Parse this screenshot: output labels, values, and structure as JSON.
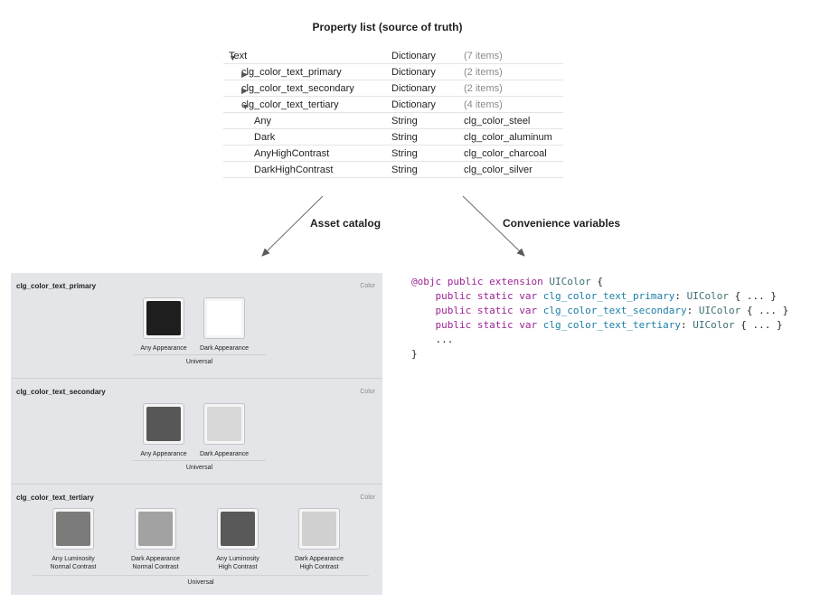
{
  "title": "Property list (source of truth)",
  "plist": [
    {
      "indent": 0,
      "disclosure": "expanded",
      "key": "Text",
      "type": "Dictionary",
      "value": "(7 items)",
      "muted": true
    },
    {
      "indent": 1,
      "disclosure": "collapsed",
      "key": "clg_color_text_primary",
      "type": "Dictionary",
      "value": "(2 items)",
      "muted": true
    },
    {
      "indent": 1,
      "disclosure": "collapsed",
      "key": "clg_color_text_secondary",
      "type": "Dictionary",
      "value": "(2 items)",
      "muted": true
    },
    {
      "indent": 1,
      "disclosure": "expanded",
      "key": "clg_color_text_tertiary",
      "type": "Dictionary",
      "value": "(4 items)",
      "muted": true
    },
    {
      "indent": 2,
      "disclosure": "none",
      "key": "Any",
      "type": "String",
      "value": "clg_color_steel",
      "muted": false
    },
    {
      "indent": 2,
      "disclosure": "none",
      "key": "Dark",
      "type": "String",
      "value": "clg_color_aluminum",
      "muted": false
    },
    {
      "indent": 2,
      "disclosure": "none",
      "key": "AnyHighContrast",
      "type": "String",
      "value": "clg_color_charcoal",
      "muted": false
    },
    {
      "indent": 2,
      "disclosure": "none",
      "key": "DarkHighContrast",
      "type": "String",
      "value": "clg_color_silver",
      "muted": false
    }
  ],
  "arrows": {
    "left_label": "Asset catalog",
    "right_label": "Convenience variables"
  },
  "catalog": [
    {
      "name": "clg_color_text_primary",
      "kind": "Color",
      "universal": "Universal",
      "wells": [
        {
          "label": "Any Appearance",
          "color": "#1e1e1e"
        },
        {
          "label": "Dark Appearance",
          "color": "#ffffff"
        }
      ]
    },
    {
      "name": "clg_color_text_secondary",
      "kind": "Color",
      "universal": "Universal",
      "wells": [
        {
          "label": "Any Appearance",
          "color": "#575757"
        },
        {
          "label": "Dark Appearance",
          "color": "#d8d8d8"
        }
      ]
    },
    {
      "name": "clg_color_text_tertiary",
      "kind": "Color",
      "universal": "Universal",
      "wells": [
        {
          "label": "Any Luminosity\nNormal Contrast",
          "color": "#7b7b7b"
        },
        {
          "label": "Dark Appearance\nNormal Contrast",
          "color": "#a2a2a2"
        },
        {
          "label": "Any Luminosity\nHigh Contrast",
          "color": "#595959"
        },
        {
          "label": "Dark Appearance\nHigh Contrast",
          "color": "#d0d0d0"
        }
      ]
    }
  ],
  "code": {
    "line1": {
      "attr": "@objc",
      "kw1": "public",
      "kw2": "extension",
      "type": "UIColor",
      "rest": " {"
    },
    "members": [
      {
        "kw": "public static var",
        "name": "clg_color_text_primary",
        "colon": ":",
        "type": "UIColor",
        "rest": " { ... }"
      },
      {
        "kw": "public static var",
        "name": "clg_color_text_secondary",
        "colon": ":",
        "type": "UIColor",
        "rest": " { ... }"
      },
      {
        "kw": "public static var",
        "name": "clg_color_text_tertiary",
        "colon": ":",
        "type": "UIColor",
        "rest": " { ... }"
      }
    ],
    "ellipsis": "...",
    "close": "}"
  }
}
